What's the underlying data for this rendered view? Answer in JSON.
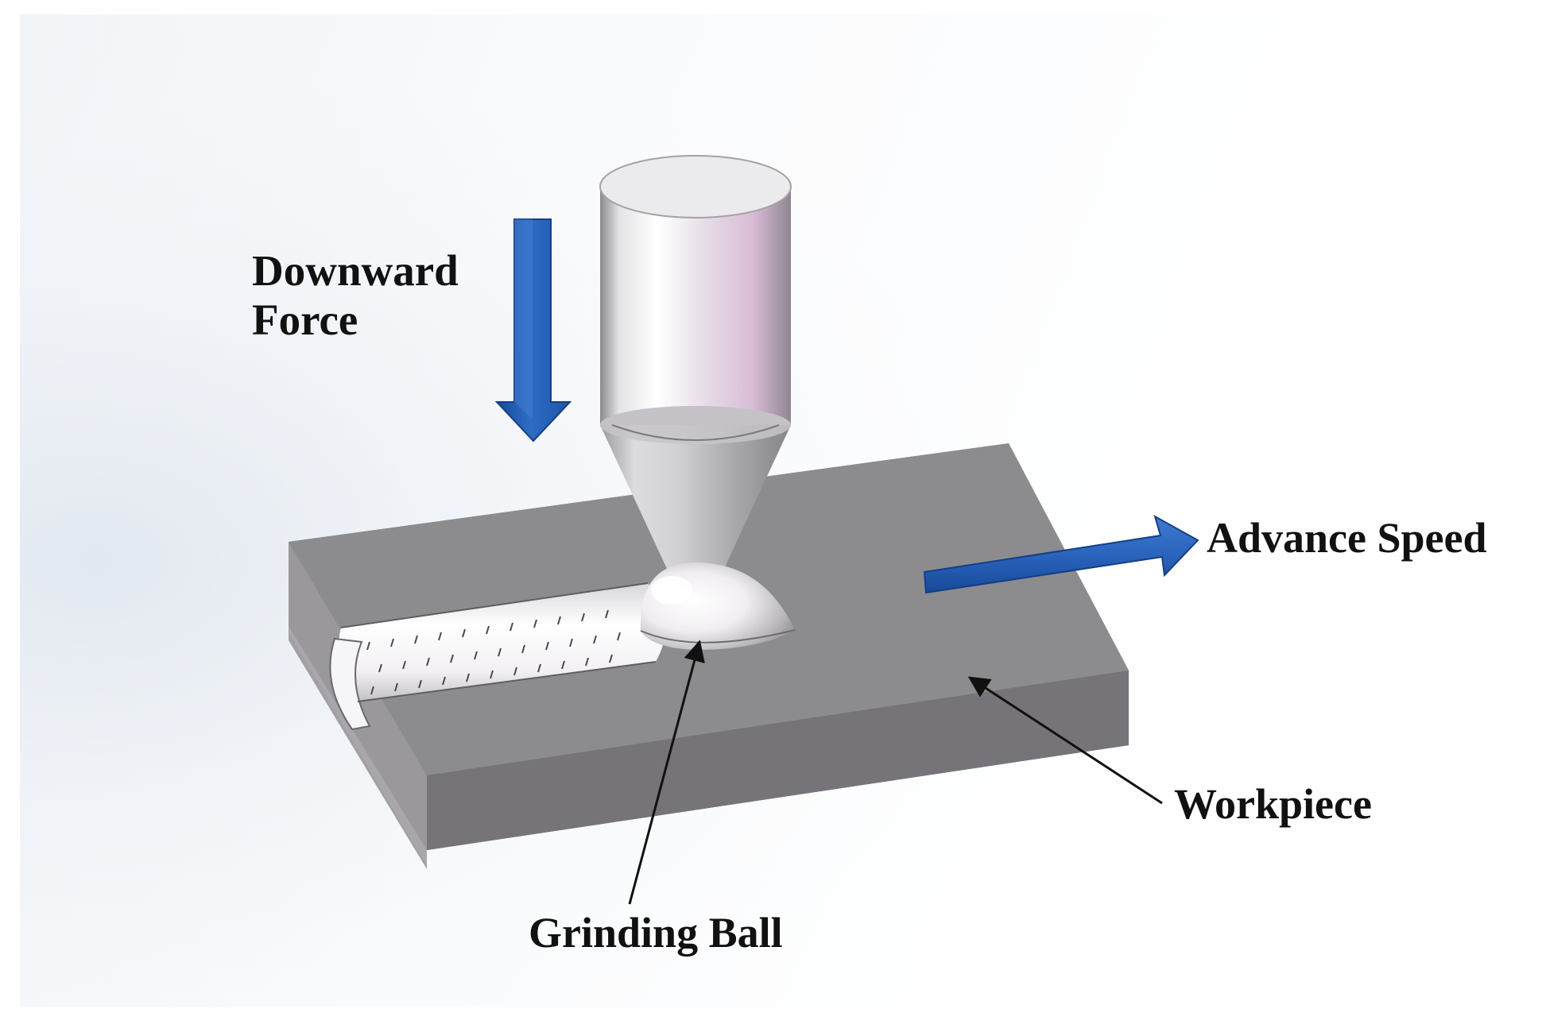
{
  "labels": {
    "downward_line1": "Downward",
    "downward_line2": "Force",
    "advance_speed": "Advance Speed",
    "workpiece": "Workpiece",
    "grinding_ball": "Grinding Ball"
  },
  "colors": {
    "arrow_blue": "#2a64bd",
    "arrow_blue_dark": "#184a99",
    "plate_top": "#8b8b8d",
    "plate_front": "#767477",
    "plate_side": "#88868a",
    "leader_line": "#111111"
  },
  "components": [
    "cylindrical-tool-holder",
    "tapered-shank",
    "grinding-ball",
    "workpiece-plate",
    "ground-groove"
  ]
}
